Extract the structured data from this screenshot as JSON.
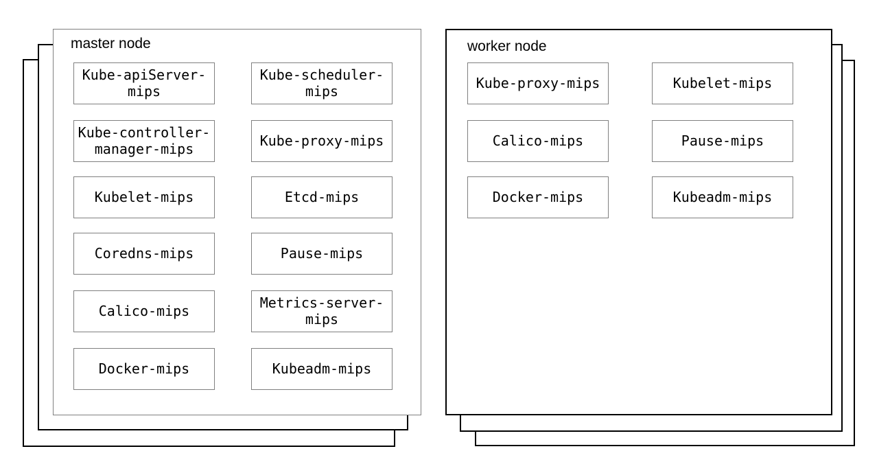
{
  "diagram": {
    "colors": {
      "background": "#ffffff",
      "component_border": "#7f7f7f",
      "master_box_border": "#7f7f7f",
      "stack_layer_border": "#000000",
      "text": "#000000"
    },
    "nodes": [
      {
        "title": "master node",
        "stack_layers": 3,
        "components": [
          "Kube-apiServer-\nmips",
          "Kube-scheduler-\nmips",
          "Kube-controller-\nmanager-mips",
          "Kube-proxy-mips",
          "Kubelet-mips",
          "Etcd-mips",
          "Coredns-mips",
          "Pause-mips",
          "Calico-mips",
          "Metrics-server-\nmips",
          "Docker-mips",
          "Kubeadm-mips"
        ]
      },
      {
        "title": "worker node",
        "stack_layers": 3,
        "components": [
          "Kube-proxy-mips",
          "Kubelet-mips",
          "Calico-mips",
          "Pause-mips",
          "Docker-mips",
          "Kubeadm-mips"
        ]
      }
    ]
  }
}
